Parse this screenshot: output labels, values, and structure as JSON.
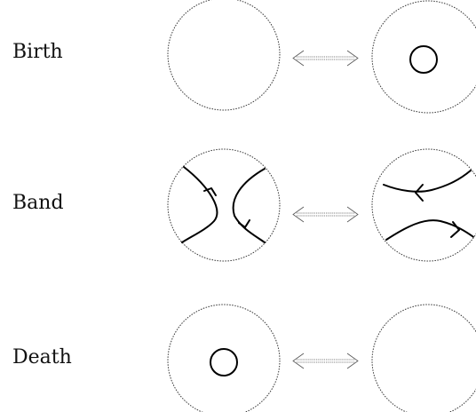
{
  "rows": [
    {
      "label": "Birth"
    },
    {
      "label": "Band"
    },
    {
      "label": "Death"
    }
  ],
  "colors": {
    "boundary": "#333333",
    "arrow": "#555555",
    "strand": "#000000",
    "text": "#111111",
    "background": "#ffffff"
  },
  "icons": {
    "arrow": "double-headed-arrow"
  }
}
